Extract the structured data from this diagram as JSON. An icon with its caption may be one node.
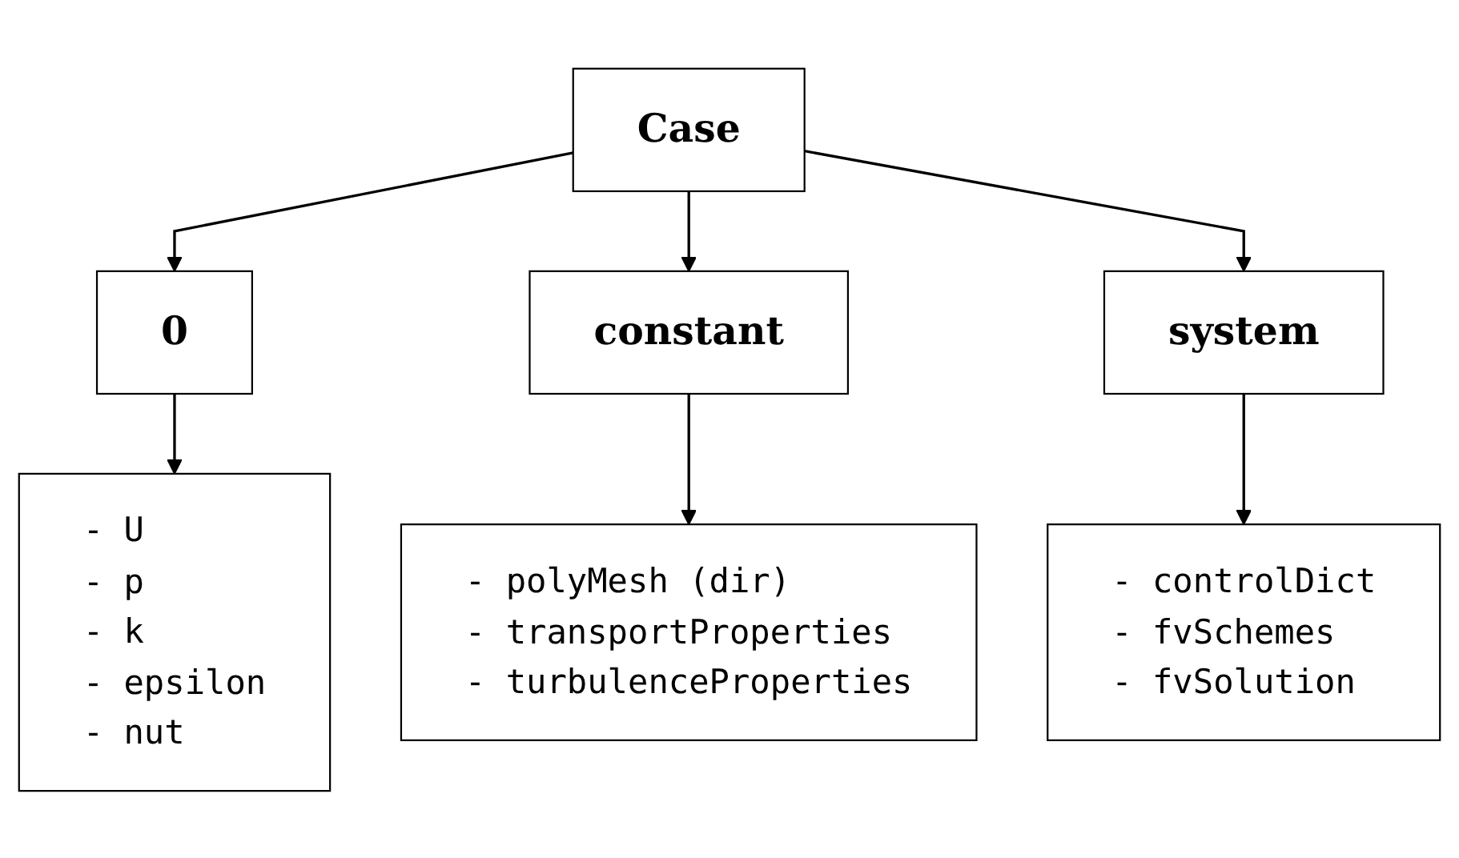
{
  "diagram": {
    "nodes": [
      {
        "text": [
          "Case"
        ]
      },
      {
        "text": [
          "0"
        ]
      },
      {
        "text": [
          "constant"
        ]
      },
      {
        "text": [
          "system"
        ]
      },
      {
        "text": [
          "- U",
          "- p",
          "- k",
          "- epsilon",
          "- nut"
        ]
      },
      {
        "text": [
          "- polyMesh (dir)",
          "- transportProperties",
          "- turbulenceProperties"
        ]
      },
      {
        "text": [
          "- controlDict",
          "- fvSchemes",
          "- fvSolution"
        ]
      }
    ],
    "edges": [
      {
        "from": 0,
        "to": 1,
        "arrow": "to"
      },
      {
        "from": 0,
        "to": 2,
        "arrow": "to"
      },
      {
        "from": 0,
        "to": 3,
        "arrow": "to"
      },
      {
        "from": 1,
        "to": 4,
        "arrow": "to"
      },
      {
        "from": 2,
        "to": 5,
        "arrow": "to"
      },
      {
        "from": 3,
        "to": 6,
        "arrow": "to"
      }
    ]
  }
}
